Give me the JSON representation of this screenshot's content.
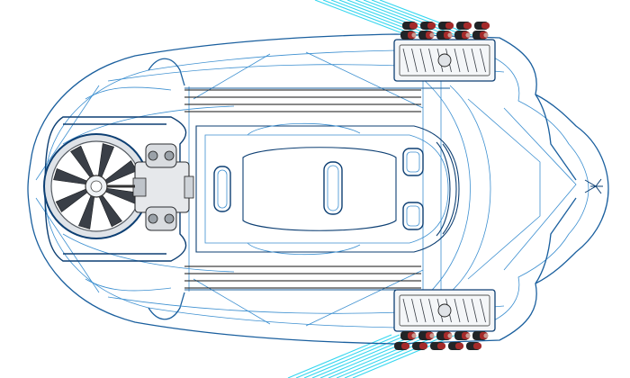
{
  "view": {
    "mode": "wireframe",
    "orientation": "top",
    "background": "#ffffff"
  },
  "colors": {
    "hull_edge": "#1a5f9e",
    "hull_edge_light": "#3c8fd0",
    "interior_edge": "#0d3f73",
    "cyan_lines": "#35d6ef",
    "fan_blade": "#3a3f47",
    "fan_hub": "#eef1f4",
    "duct_fill": "#dfe3e8",
    "thruster_dark": "#222427",
    "thruster_red": "#a42a2a",
    "thruster_tip": "#c99a92",
    "deck_line": "#111111"
  },
  "components": {
    "hull": {
      "icon": "hull-outline"
    },
    "bow": {
      "icon": "bow-marker"
    },
    "rear_fan": {
      "icon": "fan-icon",
      "blade_count": 8
    },
    "fan_duct": {
      "icon": "duct-ring"
    },
    "engine_block": {
      "icon": "engine-icon"
    },
    "cockpit": {
      "icon": "cockpit-outline",
      "seats": 4
    },
    "thruster_pods": [
      {
        "icon": "thruster-icon",
        "side": "top"
      },
      {
        "icon": "thruster-icon",
        "side": "bottom"
      }
    ],
    "exhaust_beams": {
      "icon": "beam-lines",
      "count_per_side": 9
    }
  }
}
